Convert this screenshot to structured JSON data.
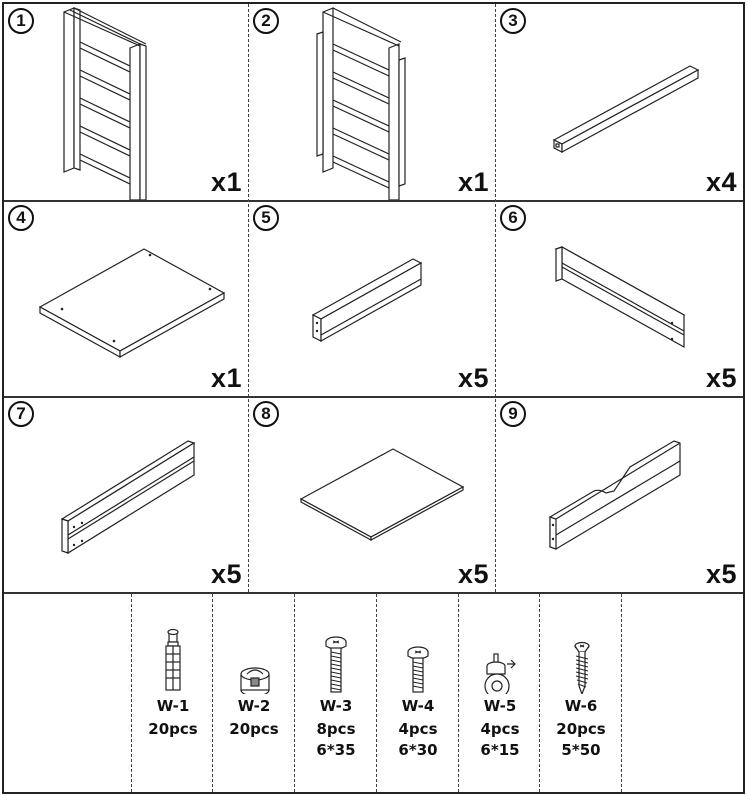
{
  "parts": [
    {
      "number": "1",
      "quantity": "x1",
      "icon": "ladder-side-frame"
    },
    {
      "number": "2",
      "quantity": "x1",
      "icon": "ladder-side-frame-with-grooves"
    },
    {
      "number": "3",
      "quantity": "x4",
      "icon": "square-rail"
    },
    {
      "number": "4",
      "quantity": "x1",
      "icon": "flat-panel-with-holes"
    },
    {
      "number": "5",
      "quantity": "x5",
      "icon": "grooved-board"
    },
    {
      "number": "6",
      "quantity": "x5",
      "icon": "double-board"
    },
    {
      "number": "7",
      "quantity": "x5",
      "icon": "double-board"
    },
    {
      "number": "8",
      "quantity": "x5",
      "icon": "thin-panel"
    },
    {
      "number": "9",
      "quantity": "x5",
      "icon": "notched-board"
    }
  ],
  "hardware": [
    {
      "code": "W-1",
      "count": "20pcs",
      "size": "",
      "icon": "cam-bolt"
    },
    {
      "code": "W-2",
      "count": "20pcs",
      "size": "",
      "icon": "cam-lock"
    },
    {
      "code": "W-3",
      "count": "8pcs",
      "size": "6*35",
      "icon": "bolt"
    },
    {
      "code": "W-4",
      "count": "4pcs",
      "size": "6*30",
      "icon": "bolt"
    },
    {
      "code": "W-5",
      "count": "4pcs",
      "size": "6*15",
      "icon": "caster-wheel"
    },
    {
      "code": "W-6",
      "count": "20pcs",
      "size": "5*50",
      "icon": "wood-screw"
    }
  ]
}
